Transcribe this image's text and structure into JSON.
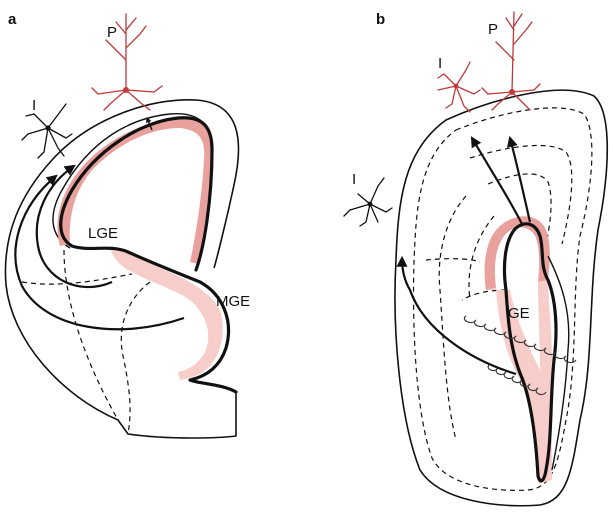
{
  "panels": {
    "a": {
      "letter": "a",
      "labels": {
        "pyramidal": "P",
        "interneuron": "I",
        "lge": "LGE",
        "mge": "MGE"
      }
    },
    "b": {
      "letter": "b",
      "labels": {
        "pyramidal": "P",
        "interneuron_top": "I",
        "interneuron_side": "I",
        "ge": "GE"
      }
    }
  },
  "colors": {
    "zone_dark": "#e9a19d",
    "zone_light": "#f6cdc8",
    "neuron_red": "#c0393b",
    "line": "#111111"
  }
}
